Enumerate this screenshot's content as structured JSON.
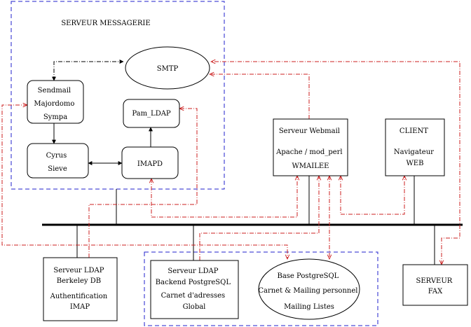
{
  "groups": {
    "mail_server": {
      "title": "SERVEUR MESSAGERIE"
    },
    "database_group": {}
  },
  "nodes": {
    "smtp": {
      "lines": [
        "SMTP"
      ]
    },
    "sendmail": {
      "lines": [
        "Sendmail",
        "Majordomo",
        "Sympa"
      ]
    },
    "pam_ldap": {
      "lines": [
        "Pam_LDAP"
      ]
    },
    "cyrus": {
      "lines": [
        "Cyrus",
        "Sieve"
      ]
    },
    "imapd": {
      "lines": [
        "IMAPD"
      ]
    },
    "webmail": {
      "lines": [
        "Serveur Webmail",
        "",
        "Apache / mod_perl",
        "WMAILEE"
      ]
    },
    "client": {
      "lines": [
        "CLIENT",
        "",
        "Navigateur",
        "WEB"
      ]
    },
    "ldap_berkeley": {
      "lines": [
        "Serveur LDAP",
        "Berkeley DB",
        "Authentification",
        "IMAP"
      ]
    },
    "ldap_postgres": {
      "lines": [
        "Serveur LDAP",
        "Backend PostgreSQL",
        "Carnet d'adresses",
        "Global"
      ]
    },
    "postgres": {
      "lines": [
        "Base PostgreSQL",
        "Carnet & Mailing personnel",
        "Mailing Listes"
      ]
    },
    "fax": {
      "lines": [
        "SERVEUR",
        "FAX"
      ]
    }
  },
  "colors": {
    "text": "#000000",
    "group_border": "#2222cc",
    "data_flow": "#cc2222",
    "control_flow": "#000000",
    "background": "#ffffff"
  }
}
